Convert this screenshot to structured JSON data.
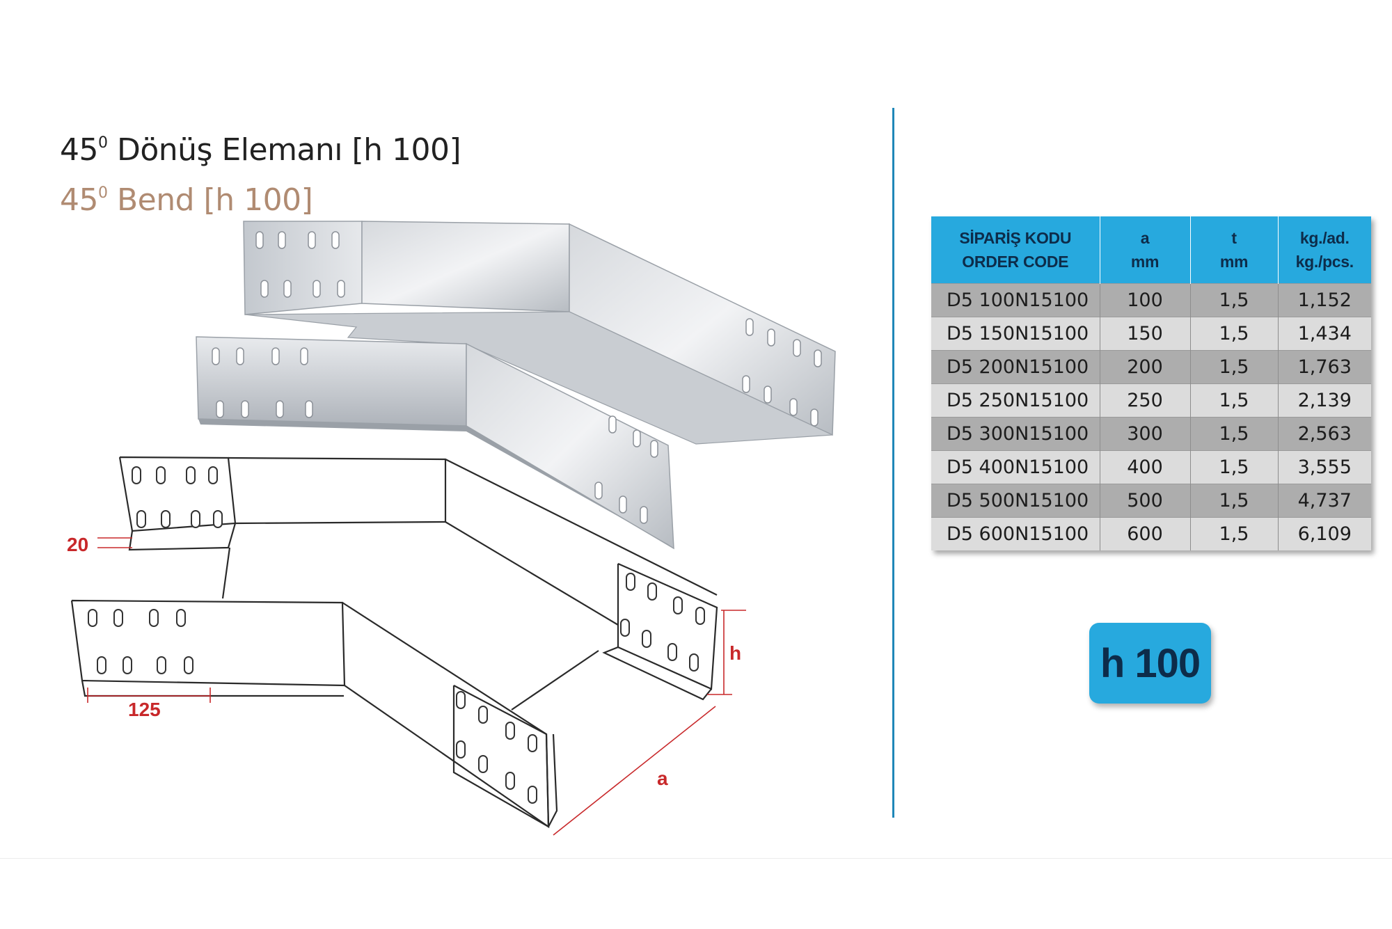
{
  "title": {
    "tr_num": "45",
    "tr_sup": "0",
    "tr_text": " Dönüş Elemanı [h 100]",
    "en_num": "45",
    "en_sup": "0",
    "en_text": " Bend [h 100]"
  },
  "dimensions": {
    "label_20": "20",
    "label_125": "125",
    "label_h": "h",
    "label_a": "a"
  },
  "table": {
    "headers": [
      {
        "line1": "SİPARİŞ KODU",
        "line2": "ORDER CODE"
      },
      {
        "line1": "a",
        "line2": "mm"
      },
      {
        "line1": "t",
        "line2": "mm"
      },
      {
        "line1": "kg./ad.",
        "line2": "kg./pcs."
      }
    ],
    "rows": [
      [
        "D5 100N15100",
        "100",
        "1,5",
        "1,152"
      ],
      [
        "D5 150N15100",
        "150",
        "1,5",
        "1,434"
      ],
      [
        "D5 200N15100",
        "200",
        "1,5",
        "1,763"
      ],
      [
        "D5 250N15100",
        "250",
        "1,5",
        "2,139"
      ],
      [
        "D5 300N15100",
        "300",
        "1,5",
        "2,563"
      ],
      [
        "D5 400N15100",
        "400",
        "1,5",
        "3,555"
      ],
      [
        "D5 500N15100",
        "500",
        "1,5",
        "4,737"
      ],
      [
        "D5 600N15100",
        "600",
        "1,5",
        "6,109"
      ]
    ]
  },
  "badge": "h 100",
  "colors": {
    "accent": "#27a9de",
    "divider": "#1f87b8",
    "dimension_red": "#c8282a",
    "title_en": "#b08b72"
  }
}
